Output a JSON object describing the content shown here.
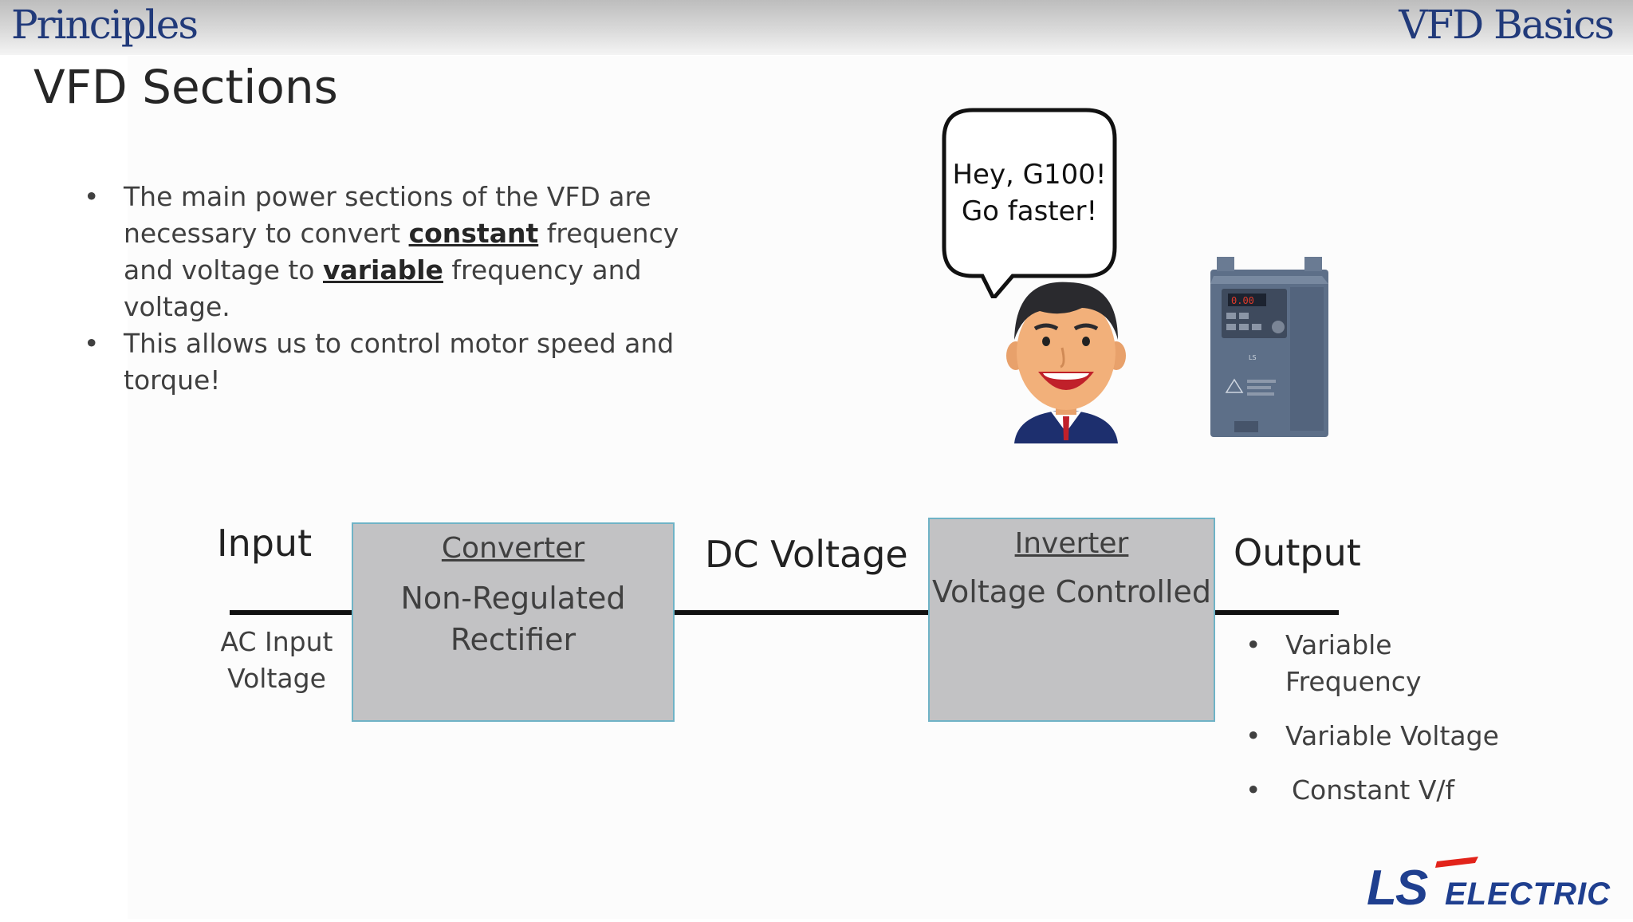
{
  "header": {
    "left_title": "Principles",
    "right_title": "VFD Basics"
  },
  "slide_title": "VFD Sections",
  "bullets": [
    {
      "pre": "The main power sections of the VFD are necessary to convert ",
      "em1": "constant",
      "mid": " frequency and voltage to ",
      "em2": "variable",
      "post": " frequency and voltage."
    },
    {
      "text": "This allows us to control motor speed and torque!"
    }
  ],
  "speech_bubble": {
    "line1": "Hey, G100!",
    "line2": "Go faster!"
  },
  "diagram": {
    "input_label": "Input",
    "input_sub": [
      "AC Input",
      "Voltage"
    ],
    "converter": {
      "title": "Converter",
      "body": [
        "Non-Regulated",
        "Rectifier"
      ]
    },
    "dc_label": "DC Voltage",
    "inverter": {
      "title": "Inverter",
      "body": "Voltage Controlled"
    },
    "output_label": "Output",
    "output_items": [
      "Variable Frequency",
      "Variable Voltage",
      "Constant V/f"
    ]
  },
  "logo": {
    "text": "LS ELECTRIC"
  },
  "colors": {
    "header_text": "#213a7a",
    "box_fill": "#c2c2c4",
    "box_border": "#6fb3c6",
    "logo_blue": "#1f3f8f",
    "logo_red": "#e2231a"
  },
  "icons": [
    "person-illustration",
    "vfd-device-image",
    "speech-bubble"
  ]
}
